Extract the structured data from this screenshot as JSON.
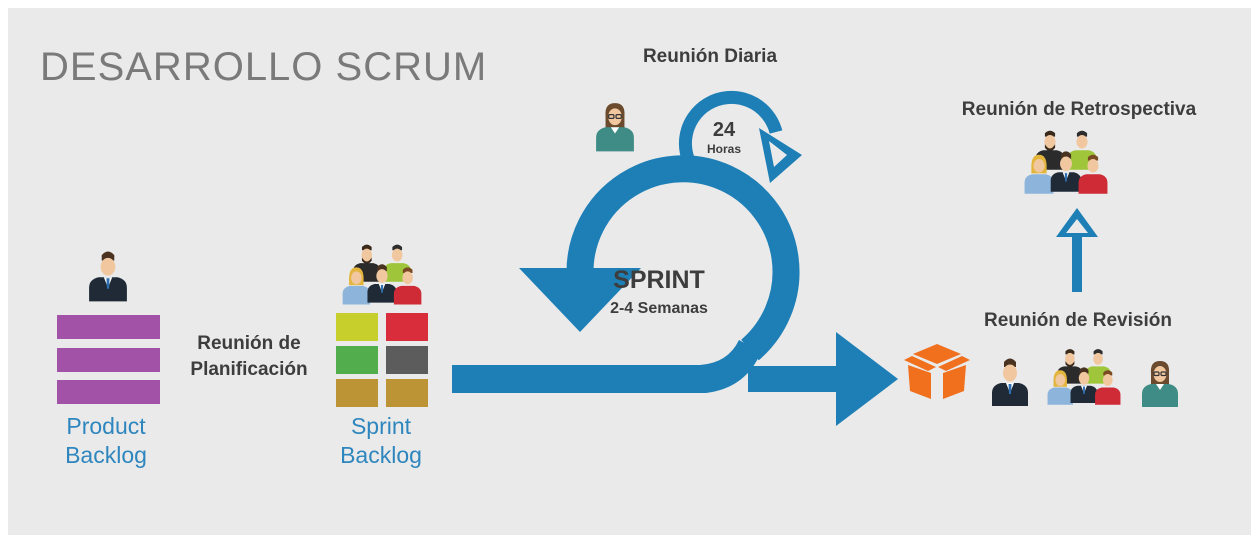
{
  "title": "DESARROLLO SCRUM",
  "product_backlog": {
    "line1": "Product",
    "line2": "Backlog"
  },
  "sprint_backlog": {
    "line1": "Sprint",
    "line2": "Backlog"
  },
  "planning_meeting": {
    "line1": "Reunión de",
    "line2": "Planificación"
  },
  "daily_meeting": {
    "label": "Reunión Diaria",
    "hours_value": "24",
    "hours_unit": "Horas"
  },
  "sprint": {
    "label": "SPRINT",
    "duration": "2-4 Semanas"
  },
  "review_meeting": {
    "label": "Reunión de Revisión"
  },
  "retrospective_meeting": {
    "label": "Reunión de Retrospectiva"
  },
  "colors": {
    "background": "#eaeaea",
    "title_gray": "#7a7a7a",
    "flow_blue": "#1d7fb6",
    "label_blue": "#2e86be",
    "dark_text": "#3d3d3d",
    "backlog_purple": "#a253a7",
    "increment_orange": "#f0701e",
    "sprint_cells": [
      "#c7cf2c",
      "#d92d3c",
      "#52ad4d",
      "#5c5c5c",
      "#bd9435",
      "#bd9435"
    ]
  },
  "icons": [
    "product-owner-icon",
    "scrum-team-icon",
    "scrum-master-icon",
    "increment-box-icon",
    "stakeholder-icon"
  ]
}
